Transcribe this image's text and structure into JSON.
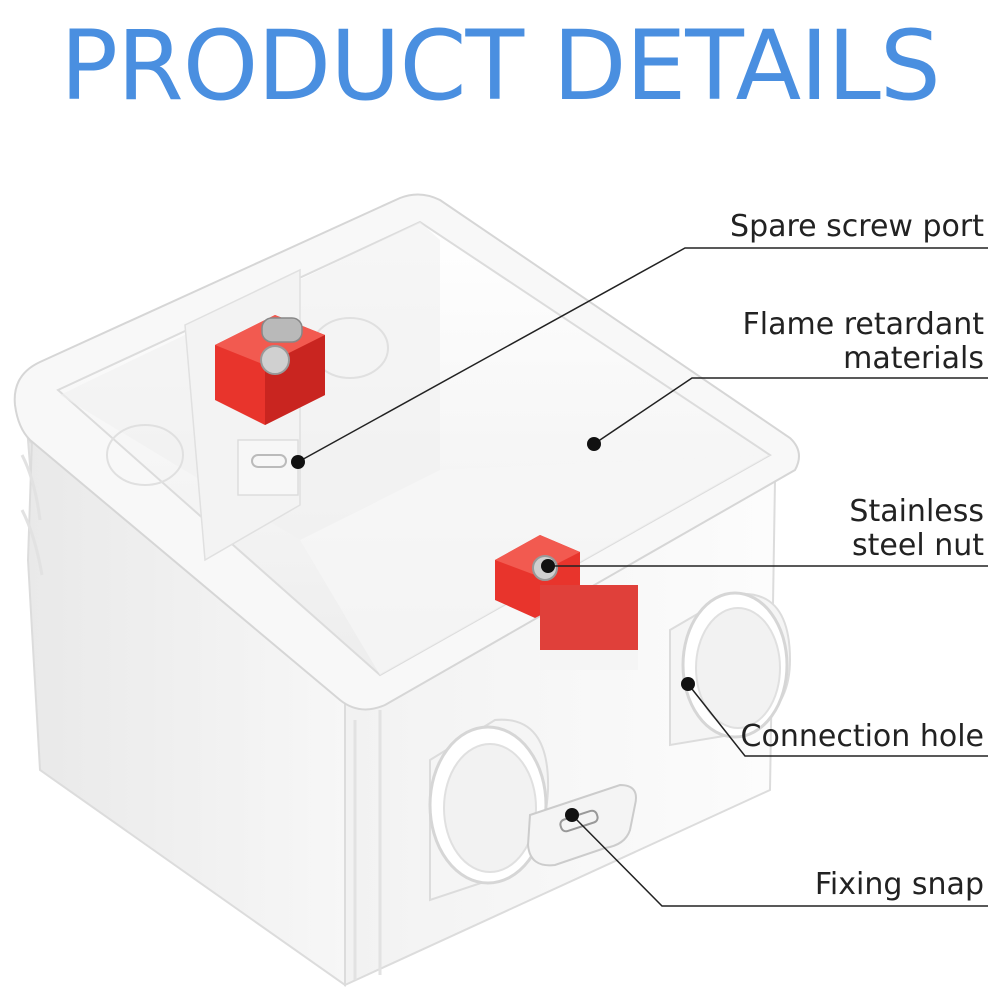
{
  "page": {
    "title": "PRODUCT DETAILS",
    "title_color": "#4a8fe0"
  },
  "callouts": {
    "spare_screw_port": "Spare screw port",
    "flame_line1": "Flame retardant",
    "flame_line2": "materials",
    "nut_line1": "Stainless",
    "nut_line2": "steel nut",
    "connection_hole": "Connection hole",
    "fixing_snap": "Fixing snap"
  },
  "colors": {
    "accent_red": "#e8342c",
    "box_white": "#f4f4f4",
    "line": "#222222"
  }
}
